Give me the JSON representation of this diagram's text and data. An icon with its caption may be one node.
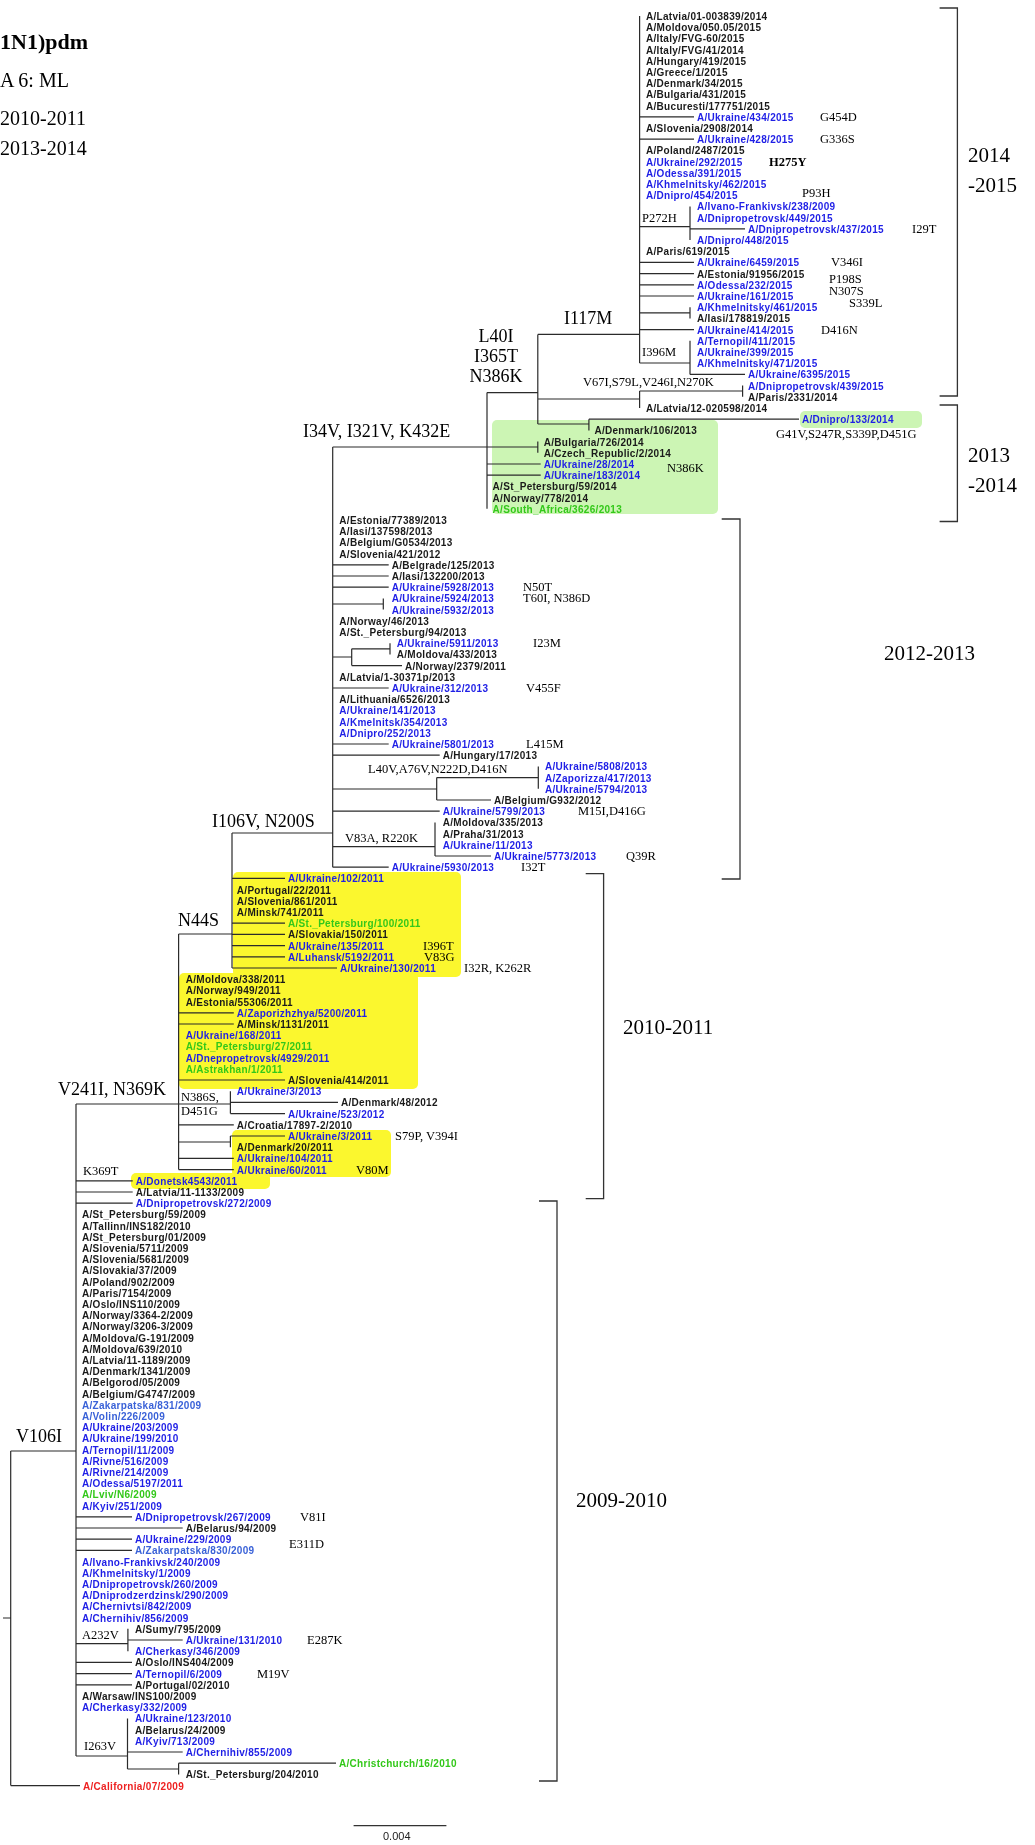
{
  "diagram": {
    "title": "1N1)pdm",
    "nodes": [
      {
        "text": [
          "A/Latvia/01-003839/2014"
        ]
      },
      {
        "text": [
          "A/Moldova/050.05/2015"
        ]
      },
      {
        "text": [
          "A/Italy/FVG-60/2015"
        ]
      },
      {
        "text": [
          "A/Italy/FVG/41/2014"
        ]
      },
      {
        "text": [
          "A/Hungary/419/2015"
        ]
      },
      {
        "text": [
          "A/Greece/1/2015"
        ]
      },
      {
        "text": [
          "A/Denmark/34/2015"
        ]
      },
      {
        "text": [
          "A/Bulgaria/431/2015"
        ]
      },
      {
        "text": [
          "A/Bucuresti/177751/2015"
        ]
      },
      {
        "text": [
          "A/Ukraine/434/2015"
        ]
      },
      {
        "text": [
          "A/Slovenia/2908/2014"
        ]
      },
      {
        "text": [
          "A/Ukraine/428/2015"
        ]
      },
      {
        "text": [
          "A/Poland/2487/2015"
        ]
      },
      {
        "text": [
          "A/Ukraine/292/2015"
        ]
      },
      {
        "text": [
          "A/Odessa/391/2015"
        ]
      },
      {
        "text": [
          "A/Khmelnitsky/462/2015"
        ]
      },
      {
        "text": [
          "A/Dnipro/454/2015"
        ]
      },
      {
        "text": [
          "A/Ivano-Frankivsk/238/2009"
        ]
      },
      {
        "text": [
          "A/Dnipropetrovsk/449/2015"
        ]
      },
      {
        "text": [
          "A/Dnipropetrovsk/437/2015"
        ]
      },
      {
        "text": [
          "A/Dnipro/448/2015"
        ]
      },
      {
        "text": [
          "A/Paris/619/2015"
        ]
      },
      {
        "text": [
          "A/Ukraine/6459/2015"
        ]
      },
      {
        "text": [
          "A/Estonia/91956/2015"
        ]
      },
      {
        "text": [
          "A/Odessa/232/2015"
        ]
      },
      {
        "text": [
          "A/Ukraine/161/2015"
        ]
      },
      {
        "text": [
          "A/Khmelnitsky/461/2015"
        ]
      },
      {
        "text": [
          "A/Iasi/178819/2015"
        ]
      },
      {
        "text": [
          "A/Ukraine/414/2015"
        ]
      },
      {
        "text": [
          "A/Ternopil/411/2015"
        ]
      },
      {
        "text": [
          "A/Ukraine/399/2015"
        ]
      },
      {
        "text": [
          "A/Khmelnitsky/471/2015"
        ]
      },
      {
        "text": [
          "A/Ukraine/6395/2015"
        ]
      },
      {
        "text": [
          "A/Dnipropetrovsk/439/2015"
        ]
      },
      {
        "text": [
          "A/Paris/2331/2014"
        ]
      },
      {
        "text": [
          "A/Latvia/12-020598/2014"
        ]
      },
      {
        "text": [
          "A/Dnipro/133/2014"
        ]
      },
      {
        "text": [
          "A/Denmark/106/2013"
        ]
      },
      {
        "text": [
          "A/Bulgaria/726/2014"
        ]
      },
      {
        "text": [
          "A/Czech_Republic/2/2014"
        ]
      },
      {
        "text": [
          "A/Ukraine/28/2014"
        ]
      },
      {
        "text": [
          "A/Ukraine/183/2014"
        ]
      },
      {
        "text": [
          "A/St_Petersburg/59/2014"
        ]
      },
      {
        "text": [
          "A/Norway/778/2014"
        ]
      },
      {
        "text": [
          "A/South_Africa/3626/2013"
        ]
      },
      {
        "text": [
          "A/Estonia/77389/2013"
        ]
      },
      {
        "text": [
          "A/Iasi/137598/2013"
        ]
      },
      {
        "text": [
          "A/Belgium/G0534/2013"
        ]
      },
      {
        "text": [
          "A/Slovenia/421/2012"
        ]
      },
      {
        "text": [
          "A/Belgrade/125/2013"
        ]
      },
      {
        "text": [
          "A/Iasi/132200/2013"
        ]
      },
      {
        "text": [
          "A/Ukraine/5928/2013"
        ]
      },
      {
        "text": [
          "A/Ukraine/5924/2013"
        ]
      },
      {
        "text": [
          "A/Ukraine/5932/2013"
        ]
      },
      {
        "text": [
          "A/Norway/46/2013"
        ]
      },
      {
        "text": [
          "A/St._Petersburg/94/2013"
        ]
      },
      {
        "text": [
          "A/Ukraine/5911/2013"
        ]
      },
      {
        "text": [
          "A/Moldova/433/2013"
        ]
      },
      {
        "text": [
          "A/Norway/2379/2011"
        ]
      },
      {
        "text": [
          "A/Latvia/1-30371p/2013"
        ]
      },
      {
        "text": [
          "A/Ukraine/312/2013"
        ]
      },
      {
        "text": [
          "A/Lithuania/6526/2013"
        ]
      },
      {
        "text": [
          "A/Ukraine/141/2013"
        ]
      },
      {
        "text": [
          "A/Kmelnitsk/354/2013"
        ]
      },
      {
        "text": [
          "A/Dnipro/252/2013"
        ]
      },
      {
        "text": [
          "A/Ukraine/5801/2013"
        ]
      },
      {
        "text": [
          "A/Hungary/17/2013"
        ]
      },
      {
        "text": [
          "A/Ukraine/5808/2013"
        ]
      },
      {
        "text": [
          "A/Zaporizza/417/2013"
        ]
      },
      {
        "text": [
          "A/Ukraine/5794/2013"
        ]
      },
      {
        "text": [
          "A/Belgium/G932/2012"
        ]
      },
      {
        "text": [
          "A/Ukraine/5799/2013"
        ]
      },
      {
        "text": [
          "A/Moldova/335/2013"
        ]
      },
      {
        "text": [
          "A/Praha/31/2013"
        ]
      },
      {
        "text": [
          "A/Ukraine/11/2013"
        ]
      },
      {
        "text": [
          "A/Ukraine/5773/2013"
        ]
      },
      {
        "text": [
          "A/Ukraine/5930/2013"
        ]
      },
      {
        "text": [
          "A/Ukraine/102/2011"
        ]
      },
      {
        "text": [
          "A/Portugal/22/2011"
        ]
      },
      {
        "text": [
          "A/Slovenia/861/2011"
        ]
      },
      {
        "text": [
          "A/Minsk/741/2011"
        ]
      },
      {
        "text": [
          "A/St._Petersburg/100/2011"
        ]
      },
      {
        "text": [
          "A/Slovakia/150/2011"
        ]
      },
      {
        "text": [
          "A/Ukraine/135/2011"
        ]
      },
      {
        "text": [
          "A/Luhansk/5192/2011"
        ]
      },
      {
        "text": [
          "A/Ukraine/130/2011"
        ]
      },
      {
        "text": [
          "A/Moldova/338/2011"
        ]
      },
      {
        "text": [
          "A/Norway/949/2011"
        ]
      },
      {
        "text": [
          "A/Estonia/55306/2011"
        ]
      },
      {
        "text": [
          "A/Zaporizhzhya/5200/2011"
        ]
      },
      {
        "text": [
          "A/Minsk/1131/2011"
        ]
      },
      {
        "text": [
          "A/Ukraine/168/2011"
        ]
      },
      {
        "text": [
          "A/St._Petersburg/27/2011"
        ]
      },
      {
        "text": [
          "A/Dnepropetrovsk/4929/2011"
        ]
      },
      {
        "text": [
          "A/Astrakhan/1/2011"
        ]
      },
      {
        "text": [
          "A/Slovenia/414/2011"
        ]
      },
      {
        "text": [
          "A/Ukraine/3/2013"
        ]
      },
      {
        "text": [
          "A/Denmark/48/2012"
        ]
      },
      {
        "text": [
          "A/Ukraine/523/2012"
        ]
      },
      {
        "text": [
          "A/Croatia/17897-2/2010"
        ]
      },
      {
        "text": [
          "A/Ukraine/3/2011"
        ]
      },
      {
        "text": [
          "A/Denmark/20/2011"
        ]
      },
      {
        "text": [
          "A/Ukraine/104/2011"
        ]
      },
      {
        "text": [
          "A/Ukraine/60/2011"
        ]
      },
      {
        "text": [
          "A/Donetsk4543/2011"
        ]
      },
      {
        "text": [
          "A/Latvia/11-1133/2009"
        ]
      },
      {
        "text": [
          "A/Dnipropetrovsk/272/2009"
        ]
      },
      {
        "text": [
          "A/St_Petersburg/59/2009"
        ]
      },
      {
        "text": [
          "A/Tallinn/INS182/2010"
        ]
      },
      {
        "text": [
          "A/St_Petersburg/01/2009"
        ]
      },
      {
        "text": [
          "A/Slovenia/5711/2009"
        ]
      },
      {
        "text": [
          "A/Slovenia/5681/2009"
        ]
      },
      {
        "text": [
          "A/Slovakia/37/2009"
        ]
      },
      {
        "text": [
          "A/Poland/902/2009"
        ]
      },
      {
        "text": [
          "A/Paris/7154/2009"
        ]
      },
      {
        "text": [
          "A/Oslo/INS110/2009"
        ]
      },
      {
        "text": [
          "A/Norway/3364-2/2009"
        ]
      },
      {
        "text": [
          "A/Norway/3206-3/2009"
        ]
      },
      {
        "text": [
          "A/Moldova/G-191/2009"
        ]
      },
      {
        "text": [
          "A/Moldova/639/2010"
        ]
      },
      {
        "text": [
          "A/Latvia/11-1189/2009"
        ]
      },
      {
        "text": [
          "A/Denmark/1341/2009"
        ]
      },
      {
        "text": [
          "A/Belgorod/05/2009"
        ]
      },
      {
        "text": [
          "A/Belgium/G4747/2009"
        ]
      },
      {
        "text": [
          "A/Zakarpatska/831/2009"
        ]
      },
      {
        "text": [
          "A/Volin/226/2009"
        ]
      },
      {
        "text": [
          "A/Ukraine/203/2009"
        ]
      },
      {
        "text": [
          "A/Ukraine/199/2010"
        ]
      },
      {
        "text": [
          "A/Ternopil/11/2009"
        ]
      },
      {
        "text": [
          "A/Rivne/516/2009"
        ]
      },
      {
        "text": [
          "A/Rivne/214/2009"
        ]
      },
      {
        "text": [
          "A/Odessa/5197/2011"
        ]
      },
      {
        "text": [
          "A/Lviv/N6/2009"
        ]
      },
      {
        "text": [
          "A/Kyiv/251/2009"
        ]
      },
      {
        "text": [
          "A/Dnipropetrovsk/267/2009"
        ]
      },
      {
        "text": [
          "A/Belarus/94/2009"
        ]
      },
      {
        "text": [
          "A/Ukraine/229/2009"
        ]
      },
      {
        "text": [
          "A/Zakarpatska/830/2009"
        ]
      },
      {
        "text": [
          "A/Ivano-Frankivsk/240/2009"
        ]
      },
      {
        "text": [
          "A/Khmelnitsky/1/2009"
        ]
      },
      {
        "text": [
          "A/Dnipropetrovsk/260/2009"
        ]
      },
      {
        "text": [
          "A/Dniprodzerdzinsk/290/2009"
        ]
      },
      {
        "text": [
          "A/Chernivtsi/842/2009"
        ]
      },
      {
        "text": [
          "A/Chernihiv/856/2009"
        ]
      },
      {
        "text": [
          "A/Sumy/795/2009"
        ]
      },
      {
        "text": [
          "A/Ukraine/131/2010"
        ]
      },
      {
        "text": [
          "A/Cherkasy/346/2009"
        ]
      },
      {
        "text": [
          "A/Oslo/INS404/2009"
        ]
      },
      {
        "text": [
          "A/Ternopil/6/2009"
        ]
      },
      {
        "text": [
          "A/Portugal/02/2010"
        ]
      },
      {
        "text": [
          "A/Warsaw/INS100/2009"
        ]
      },
      {
        "text": [
          "A/Cherkasy/332/2009"
        ]
      },
      {
        "text": [
          "A/Ukraine/123/2010"
        ]
      },
      {
        "text": [
          "A/Belarus/24/2009"
        ]
      },
      {
        "text": [
          "A/Kyiv/713/2009"
        ]
      },
      {
        "text": [
          "A/Chernihiv/855/2009"
        ]
      },
      {
        "text": [
          "A/Christchurch/16/2010"
        ]
      },
      {
        "text": [
          "A/St._Petersburg/204/2010"
        ]
      },
      {
        "text": [
          "A/California/07/2009"
        ]
      }
    ],
    "labels": [
      "A 6: ML",
      "2010-2011",
      "2013-2014",
      "G454D",
      "G336S",
      "2014 -2015",
      "H275Y",
      "P93H",
      "P272H",
      "I29T",
      "V346I",
      "P198S",
      "N307S",
      "S339L",
      "I117M",
      "D416N",
      "L40I I365T N386K",
      "I396M",
      "V67I,S79L,V246I,N270K",
      "I34V, I321V, K432E",
      "G41V,S247R,S339P,D451G",
      "2013 -2014",
      "N386K",
      "N50T",
      "T60I, N386D",
      "I23M",
      "2012-2013",
      "V455F",
      "L415M",
      "L40V,A76V,N222D,D416N",
      "M15I,D416G",
      "I106V, N200S",
      "V83A, R220K",
      "Q39R",
      "I32T",
      "N44S",
      "I396T",
      "V83G",
      "I32R, K262R",
      "2010-2011",
      "V241I, N369K",
      "N386S, D451G",
      "S79P, V394I",
      "V80M",
      "K369T",
      "V106I",
      "2009-2010",
      "V81I",
      "E311D",
      "A232V",
      "E287K",
      "M19V",
      "I263V",
      "0.004"
    ]
  }
}
